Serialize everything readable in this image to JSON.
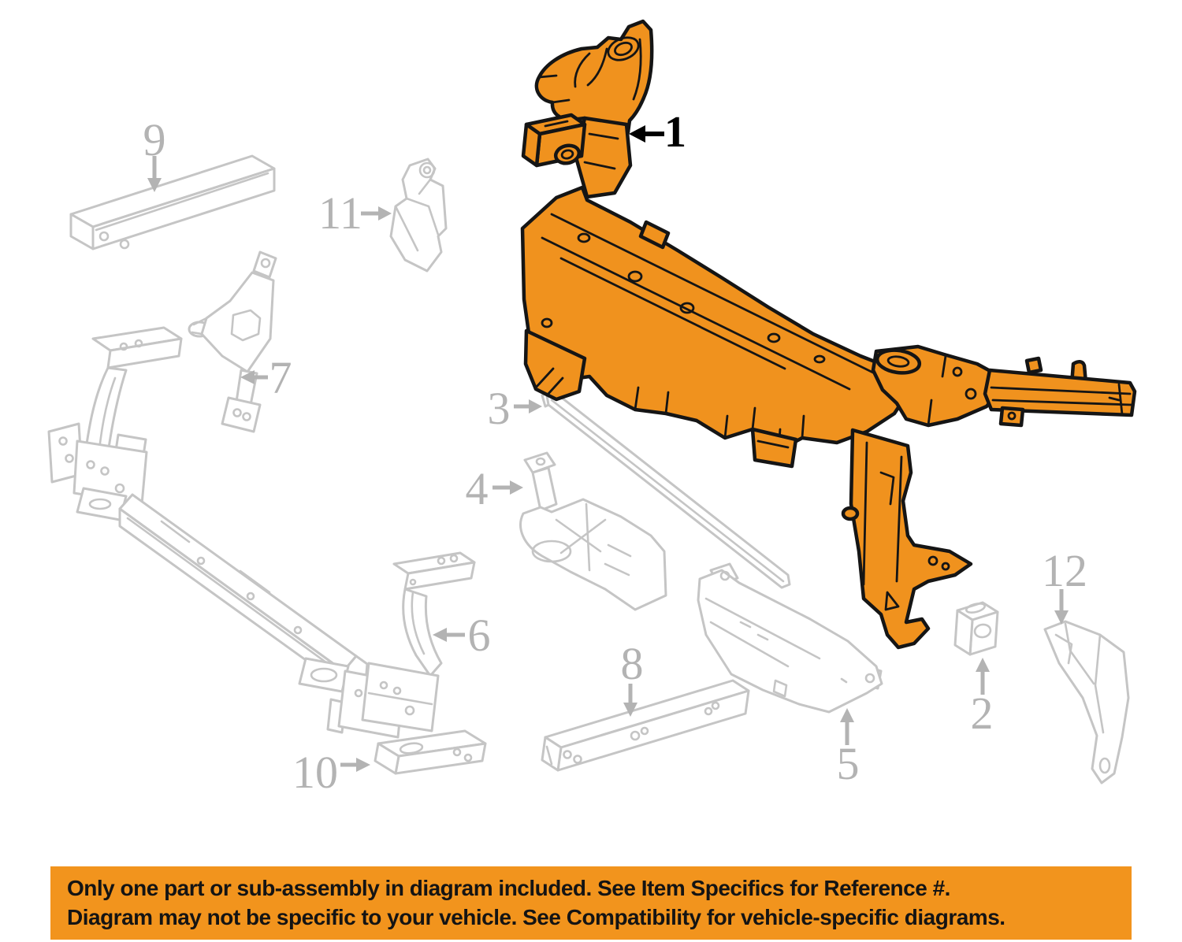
{
  "diagram": {
    "background": "#FFFFFF",
    "highlight_color": "#F0921E",
    "line_color": "#C5C5C5",
    "label_gray": "#B3B3B3",
    "outline_color": "#151515",
    "callouts": [
      {
        "number": "1",
        "highlighted": true
      },
      {
        "number": "2",
        "highlighted": false
      },
      {
        "number": "3",
        "highlighted": false
      },
      {
        "number": "4",
        "highlighted": false
      },
      {
        "number": "5",
        "highlighted": false
      },
      {
        "number": "6",
        "highlighted": false
      },
      {
        "number": "7",
        "highlighted": false
      },
      {
        "number": "8",
        "highlighted": false
      },
      {
        "number": "9",
        "highlighted": false
      },
      {
        "number": "10",
        "highlighted": false
      },
      {
        "number": "11",
        "highlighted": false
      },
      {
        "number": "12",
        "highlighted": false
      }
    ]
  },
  "banner": {
    "background": "#F2941D",
    "text_color": "#141414",
    "line1": "Only one part or sub-assembly in diagram included. See Item Specifics for Reference #.",
    "line2": "Diagram may not be specific to your vehicle. See Compatibility for vehicle-specific diagrams."
  }
}
